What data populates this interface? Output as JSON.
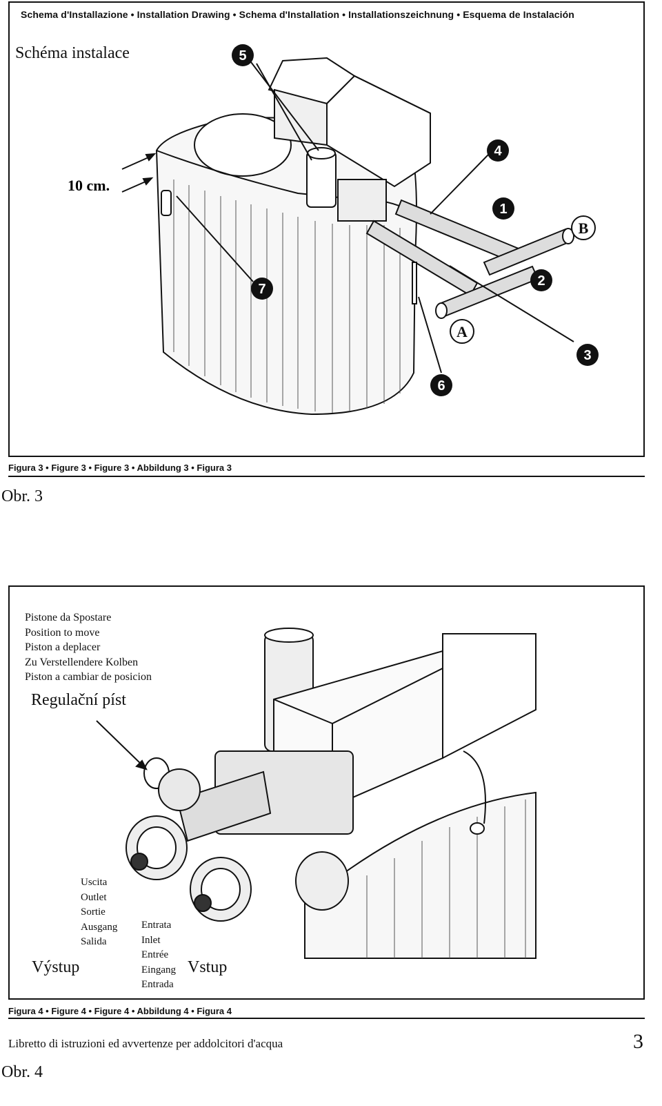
{
  "figure3": {
    "header": "Schema d'Installazione • Installation Drawing • Schema d'Installation • Installationszeichnung • Esquema de Instalación",
    "title": "Schéma instalace",
    "dimension_label": "10 cm.",
    "callouts": [
      "1",
      "2",
      "3",
      "4",
      "5",
      "6",
      "7"
    ],
    "letters": [
      "A",
      "B"
    ],
    "caption": "Figura 3 • Figure 3 • Figure 3 • Abbildung 3 • Figura 3",
    "obr_label": "Obr. 3"
  },
  "figure4": {
    "piston_labels": [
      "Pistone da Spostare",
      "Position to move",
      "Piston a deplacer",
      "Zu Verstellendere Kolben",
      "Piston a cambiar de posicion"
    ],
    "regulation_label": "Regulační píst",
    "outlet_labels": [
      "Uscita",
      "Outlet",
      "Sortie",
      "Ausgang",
      "Salida"
    ],
    "inlet_labels": [
      "Entrata",
      "Inlet",
      "Entrée",
      "Eingang",
      "Entrada"
    ],
    "outlet_cz": "Výstup",
    "inlet_cz": "Vstup",
    "caption": "Figura 4 • Figure 4 • Figure 4 • Abbildung 4 • Figura 4",
    "obr_label": "Obr. 4"
  },
  "footer": {
    "text": "Libretto di istruzioni ed avvertenze per addolcitori d'acqua",
    "page_number": "3"
  }
}
